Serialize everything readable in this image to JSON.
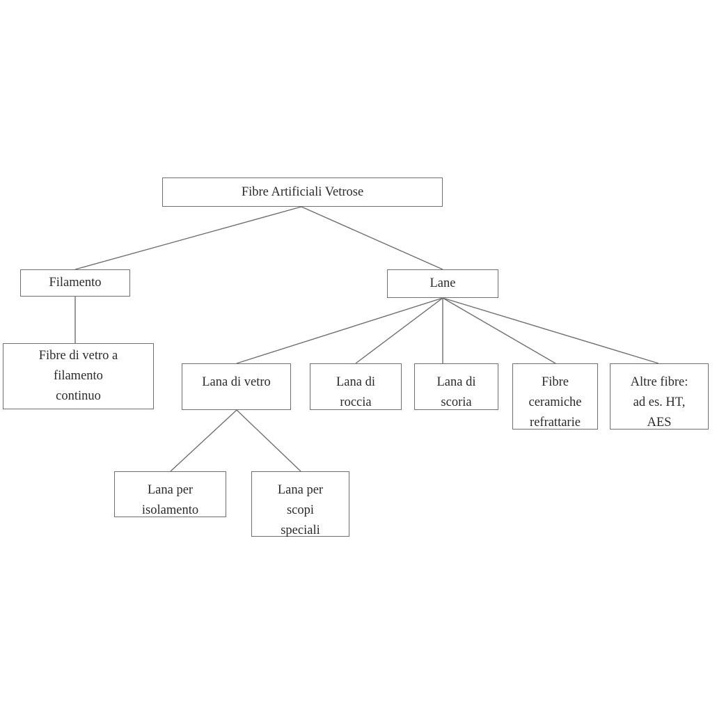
{
  "diagram": {
    "root": "Fibre Artificiali  Vetrose",
    "filamento": "Filamento",
    "lane": "Lane",
    "filamento_continuo": "Fibre di vetro a\nfilamento\ncontinuo",
    "lana_vetro": "Lana di vetro",
    "lana_roccia": "Lana di\nroccia",
    "lana_scoria": "Lana di\nscoria",
    "fibre_ceramiche": "Fibre\nceramiche\nrefrattarie",
    "altre_fibre": "Altre fibre:\nad es. HT,\nAES",
    "lana_isolamento": "Lana per\nisolamento",
    "lana_scopi": "Lana per\nscopi\nspeciali"
  },
  "colors": {
    "border": "#6f6f6f",
    "text": "#2a2a2a",
    "background": "#ffffff"
  }
}
